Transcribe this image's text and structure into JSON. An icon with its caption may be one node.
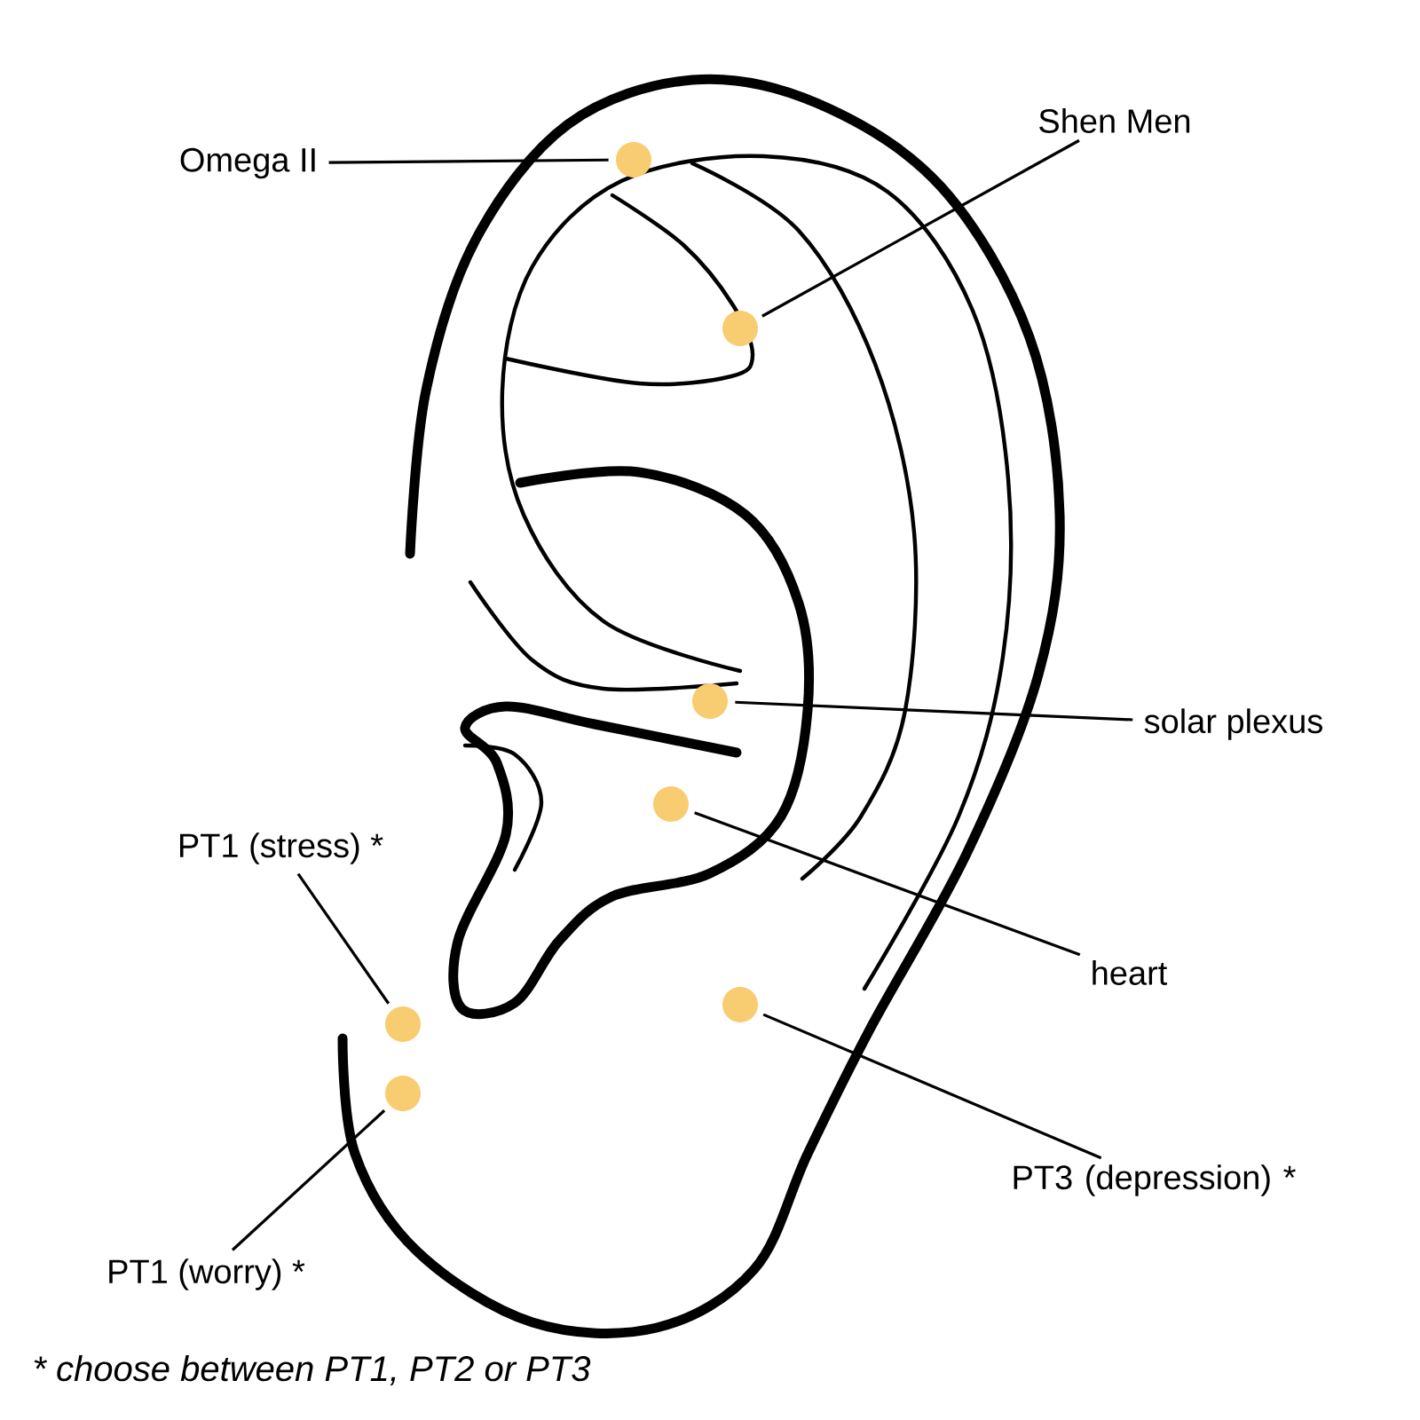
{
  "diagram": {
    "caption": "* choose between PT1, PT2 or PT3",
    "nodes": [
      {
        "text": [
          "Omega II"
        ]
      },
      {
        "text": [],
        "shape": "circle"
      },
      {
        "text": [
          "Shen Men"
        ]
      },
      {
        "text": [],
        "shape": "circle"
      },
      {
        "text": [
          "solar plexus"
        ]
      },
      {
        "text": [],
        "shape": "circle"
      },
      {
        "text": [
          "heart"
        ]
      },
      {
        "text": [],
        "shape": "circle"
      },
      {
        "text": [
          "PT1 (stress) *"
        ]
      },
      {
        "text": [],
        "shape": "circle"
      },
      {
        "text": [
          "PT1 (worry) *"
        ]
      },
      {
        "text": [],
        "shape": "circle"
      },
      {
        "text": [
          "PT3 (depression) *"
        ]
      },
      {
        "text": [],
        "shape": "circle"
      }
    ],
    "edges": [
      {
        "from": 0,
        "to": 1,
        "arrow": "none"
      },
      {
        "from": 2,
        "to": 3,
        "arrow": "none"
      },
      {
        "from": 4,
        "to": 5,
        "arrow": "none"
      },
      {
        "from": 6,
        "to": 7,
        "arrow": "none"
      },
      {
        "from": 8,
        "to": 9,
        "arrow": "none"
      },
      {
        "from": 10,
        "to": 11,
        "arrow": "none"
      },
      {
        "from": 12,
        "to": 13,
        "arrow": "none"
      }
    ]
  }
}
